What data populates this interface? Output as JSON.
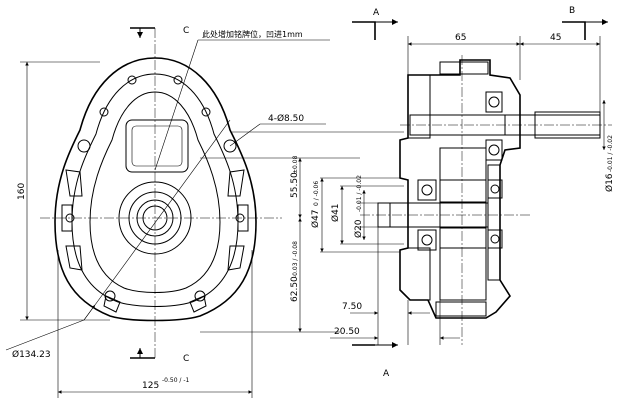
{
  "note_text": "此处增加铭牌位，凹进1mm",
  "section_labels": {
    "top_left": "A",
    "top_right": "B",
    "c_top": "C",
    "c_bottom": "C",
    "bottom": "A"
  },
  "front_view": {
    "height_dim": "160",
    "width_dim": "125",
    "width_tol": "-0.50 / -1",
    "hole_dim": "4-Ø8.50",
    "circle_dim": "Ø134.23",
    "upper_dim": "55.50",
    "upper_tol": "±0.08",
    "lower_dim": "62.50",
    "lower_tol": "-0.03 / -0.08"
  },
  "section_view": {
    "dim_65": "65",
    "dim_45": "45",
    "dim_7_50": "7.50",
    "dim_20_50": "20.50",
    "bore_47": "Ø47",
    "bore_47_tol": "0 / -0.06",
    "bore_41": "Ø41",
    "bore_20": "Ø20",
    "bore_20_tol": "-0.01 / -0.02",
    "shaft_16": "Ø16",
    "shaft_16_tol": "-0.01 / -0.02"
  }
}
